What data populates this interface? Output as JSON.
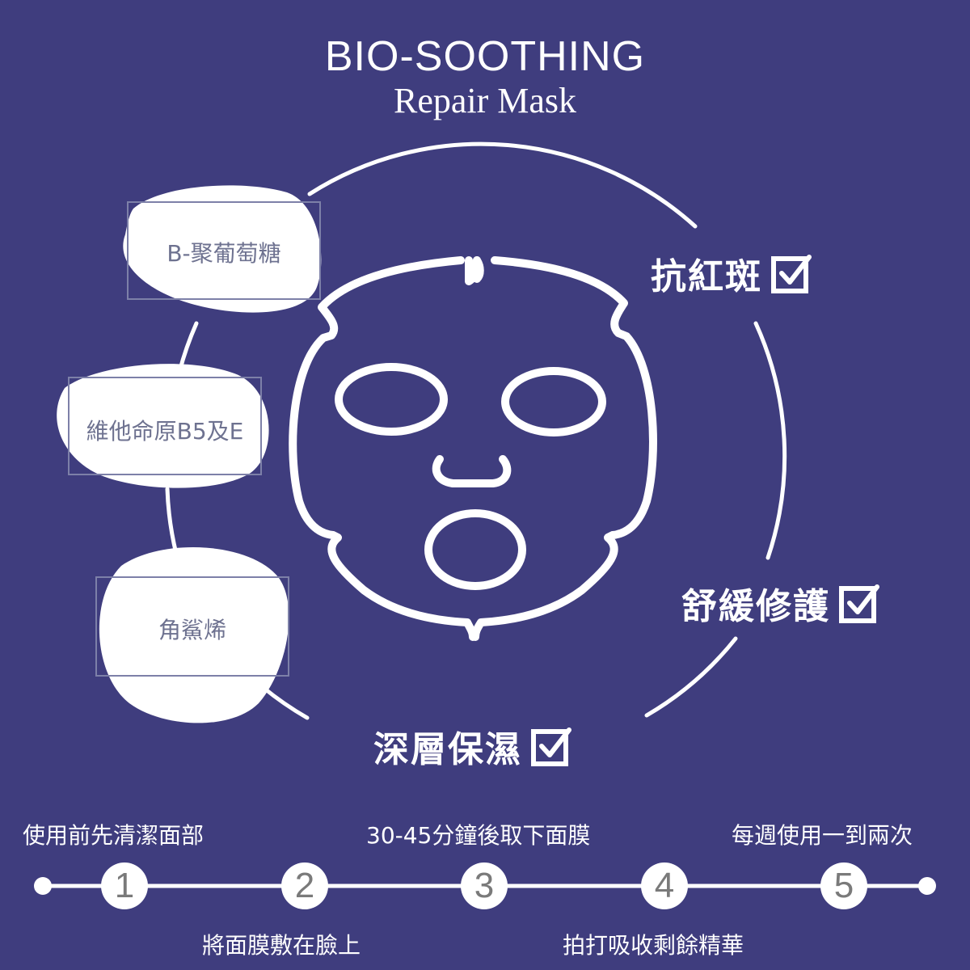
{
  "header": {
    "title": "BIO-SOOTHING",
    "subtitle": "Repair Mask"
  },
  "ingredients": [
    {
      "label": "B-聚葡萄糖"
    },
    {
      "label": "維他命原B5及E"
    },
    {
      "label": "角鯊烯"
    }
  ],
  "benefits": [
    {
      "label": "抗紅斑",
      "icon": "checkbox-checked-icon"
    },
    {
      "label": "舒緩修護",
      "icon": "checkbox-checked-icon"
    },
    {
      "label": "深層保濕",
      "icon": "checkbox-checked-icon"
    }
  ],
  "steps": [
    {
      "number": "1",
      "text": "使用前先清潔面部"
    },
    {
      "number": "2",
      "text": "將面膜敷在臉上"
    },
    {
      "number": "3",
      "text": "30-45分鐘後取下面膜"
    },
    {
      "number": "4",
      "text": "拍打吸收剩餘精華"
    },
    {
      "number": "5",
      "text": "每週使用一到兩次"
    }
  ],
  "colors": {
    "background": "#3f3d7e",
    "foreground": "#ffffff",
    "label_text": "#6e7290",
    "step_number": "#7a7a7a"
  }
}
